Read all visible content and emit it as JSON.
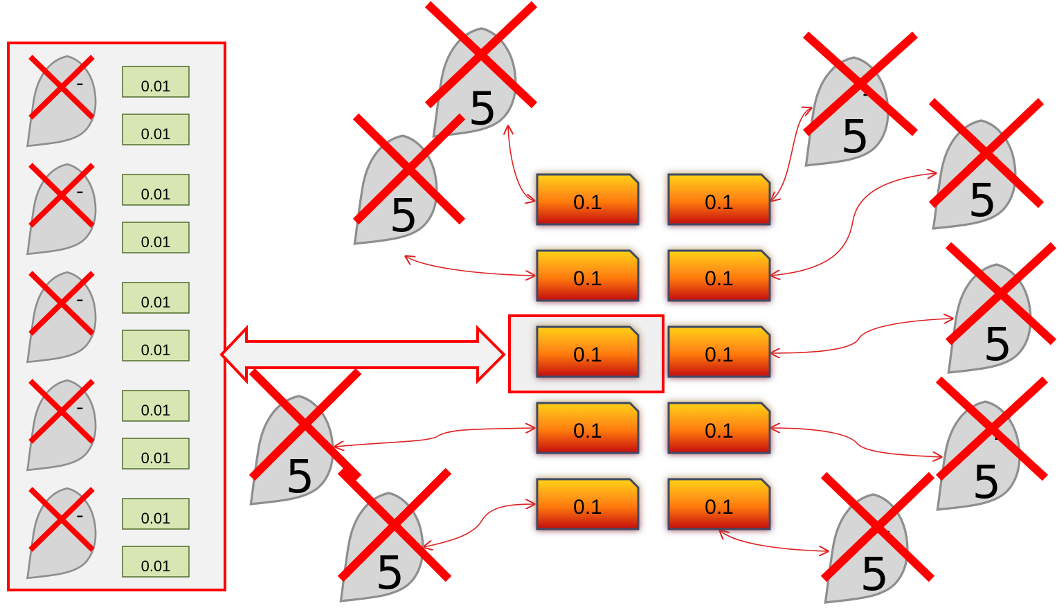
{
  "colors": {
    "accent": "#ff0000",
    "arrow": "#e02020",
    "drop_fill": "#d6d6d6",
    "drop_stroke": "#8e8e8e",
    "small_box_fill": "#d8e6b4",
    "small_box_stroke": "#4f6b2a",
    "card_top": "#ffd21a",
    "card_bottom": "#cc1010",
    "card_stroke": "#3c4a66",
    "card_glow": "#ffb060",
    "panel_fill": "#f2f2f2"
  },
  "icons": {
    "entity": "drop-shape-icon",
    "removed": "red-x-icon"
  },
  "left_panel": {
    "units": [
      {
        "marker": "-",
        "values": [
          "0.01",
          "0.01"
        ]
      },
      {
        "marker": "-",
        "values": [
          "0.01",
          "0.01"
        ]
      },
      {
        "marker": "-",
        "values": [
          "0.01",
          "0.01"
        ]
      },
      {
        "marker": "-",
        "values": [
          "0.01",
          "0.01"
        ]
      },
      {
        "marker": "-",
        "values": [
          "0.01",
          "0.01"
        ]
      }
    ]
  },
  "grid": {
    "left_column": [
      "0.1",
      "0.1",
      "0.1",
      "0.1",
      "0.1"
    ],
    "right_column": [
      "0.1",
      "0.1",
      "0.1",
      "0.1",
      "0.1"
    ],
    "highlighted": "left-row-3"
  },
  "nodes": [
    {
      "id": "top-left-upper",
      "label": "5",
      "marker": "-"
    },
    {
      "id": "top-left-lower",
      "label": "5",
      "marker": "-"
    },
    {
      "id": "bottom-left-upper",
      "label": "5",
      "marker": "-"
    },
    {
      "id": "bottom-left-lower",
      "label": "5",
      "marker": "-"
    },
    {
      "id": "top-right-a",
      "label": "5",
      "marker": "-"
    },
    {
      "id": "top-right-b",
      "label": "5",
      "marker": "-"
    },
    {
      "id": "right-middle",
      "label": "5",
      "marker": "-"
    },
    {
      "id": "right-lower",
      "label": "5",
      "marker": "-"
    },
    {
      "id": "bottom-right",
      "label": "5",
      "marker": "-"
    }
  ]
}
